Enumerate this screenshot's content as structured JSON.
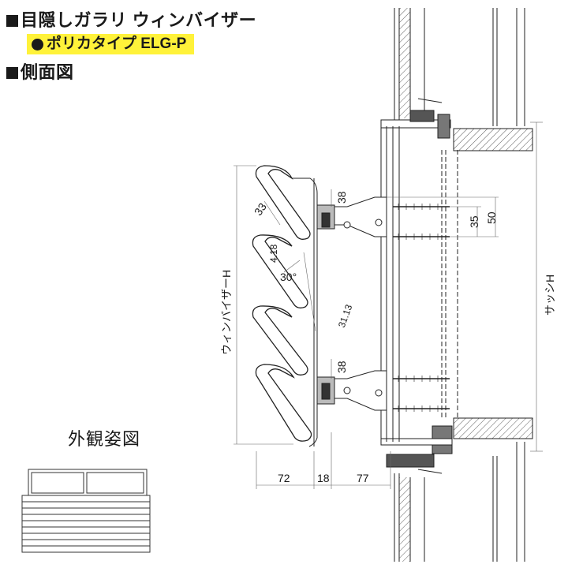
{
  "header": {
    "title": "目隠しガラリ ウィンバイザー",
    "subtitle": "ポリカタイプ ELG-P",
    "section": "側面図"
  },
  "exterior_view": {
    "label": "外観姿図"
  },
  "dimensions": {
    "slat_pitch": "33",
    "slat_gap": "4.18",
    "slat_angle": "30°",
    "slat_depth": "31.13",
    "bracket_upper": "38",
    "bracket_lower": "38",
    "screw_pitch_inner": "35",
    "screw_pitch_outer": "50",
    "visor_width": "72",
    "bracket_gap": "18",
    "mount_depth": "77",
    "visor_height_label": "ウィンバイザーH",
    "sash_height_label": "サッシH"
  }
}
